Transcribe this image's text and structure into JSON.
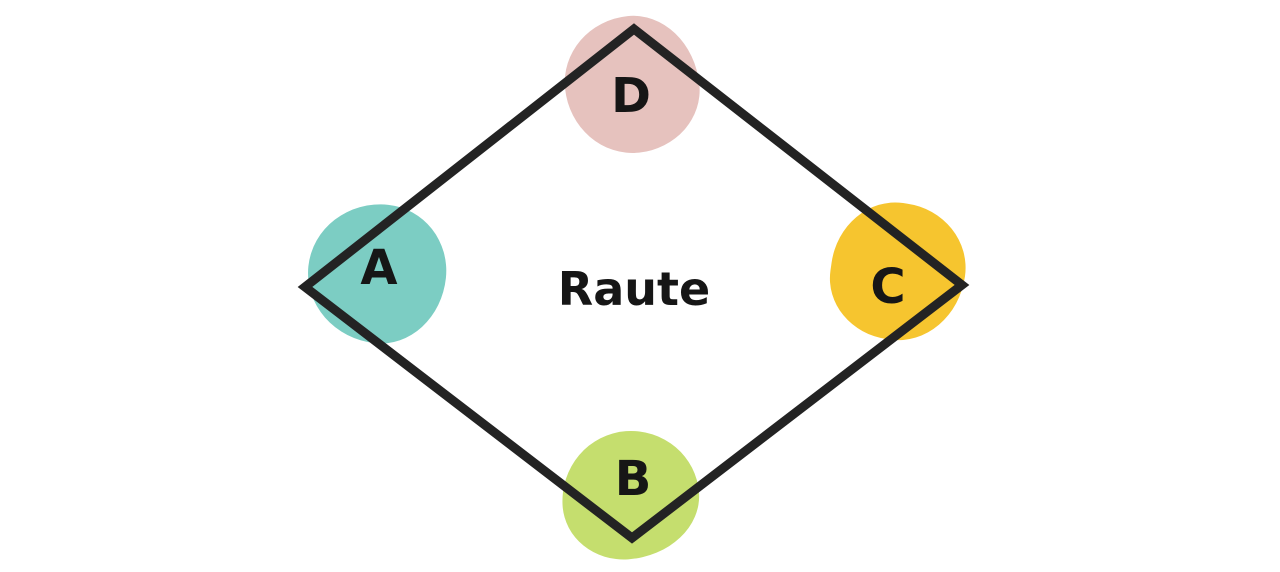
{
  "figure": {
    "shape_label": "Raute",
    "outline_color": "#232323",
    "background_color": "#ffffff",
    "text_color": "#161616",
    "vertices": [
      {
        "label": "A",
        "position": "left",
        "blob_color": "#7CCDC3"
      },
      {
        "label": "B",
        "position": "bottom",
        "blob_color": "#C5DE6E"
      },
      {
        "label": "C",
        "position": "right",
        "blob_color": "#F6C52F"
      },
      {
        "label": "D",
        "position": "top",
        "blob_color": "#E6C2BE"
      }
    ]
  }
}
